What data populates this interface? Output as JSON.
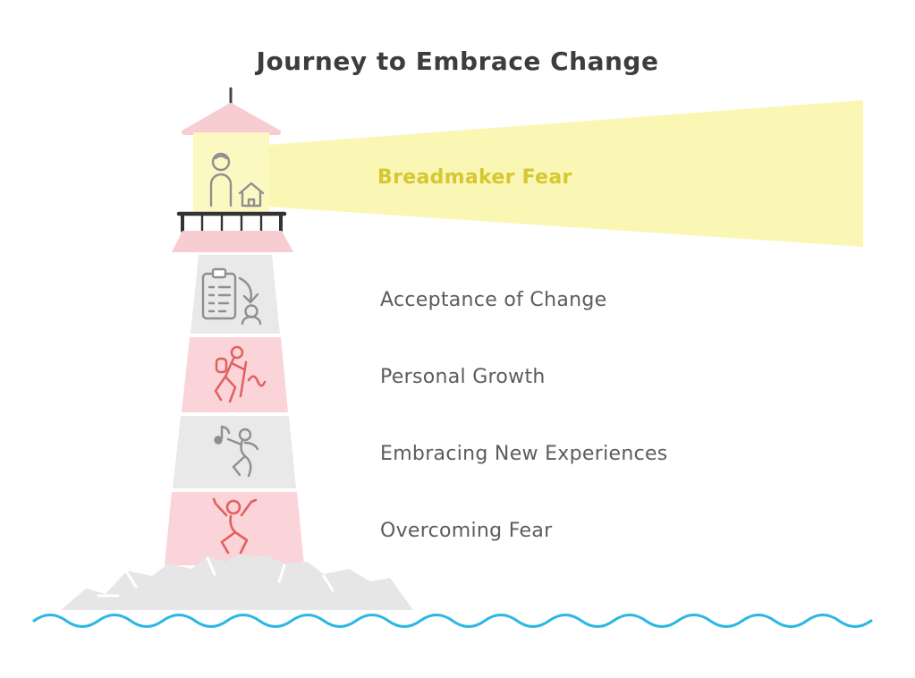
{
  "title": "Journey to Embrace Change",
  "beam": {
    "label": "Breadmaker Fear",
    "icon": "light-beam"
  },
  "lighthouse": {
    "lamp_icon": "person-with-house-icon"
  },
  "stages": [
    {
      "label": "Acceptance of Change",
      "icon": "clipboard-progress-icon",
      "band": "gray"
    },
    {
      "label": "Personal Growth",
      "icon": "hiker-icon",
      "band": "pink"
    },
    {
      "label": "Embracing New Experiences",
      "icon": "dancing-person-icon",
      "band": "gray"
    },
    {
      "label": "Overcoming Fear",
      "icon": "celebrating-person-icon",
      "band": "pink"
    }
  ],
  "colors": {
    "beam-fill": "#faf6b3",
    "lamp-fill": "#fcf8c2",
    "beam-text": "#d5c832",
    "pink-roof": "#f8cdd1",
    "pink-band": "#fad4d8",
    "gray-band": "#e9e9e9",
    "icon-gray": "#8f8f8f",
    "icon-red": "#e25f5f",
    "text-dark": "#5c5c5c",
    "title-color": "#3d3d3d",
    "railing": "#333333",
    "rock": "#e6e6e6",
    "water": "#2bb7e3"
  }
}
